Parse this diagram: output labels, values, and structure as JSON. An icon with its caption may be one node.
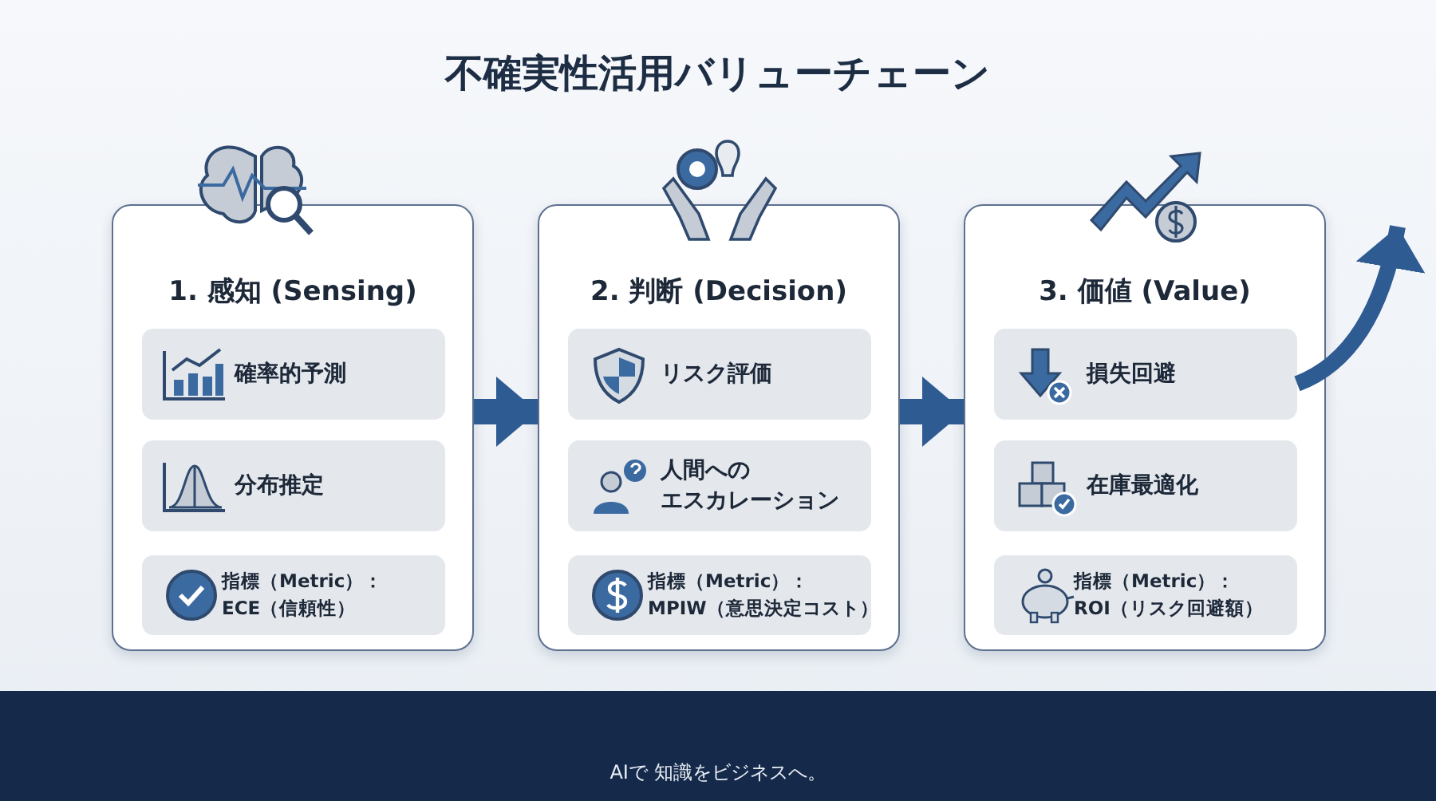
{
  "diagram": {
    "title": "不確実性活用バリューチェーン",
    "nodes": [
      {
        "text": [
          "1. 感知 (Sensing)"
        ]
      },
      {
        "text": [
          "確率的予測"
        ],
        "in": 0
      },
      {
        "text": [
          "分布推定"
        ],
        "in": 0
      },
      {
        "text": [
          "指標（Metric）： ECE（信頼性）"
        ],
        "in": 0
      },
      {
        "text": [
          "2. 判断 (Decision)"
        ]
      },
      {
        "text": [
          "リスク評価"
        ],
        "in": 4
      },
      {
        "text": [
          "人間へのエスカレーション"
        ],
        "in": 4
      },
      {
        "text": [
          "指標（Metric）： MPIW（意思決定コスト）"
        ],
        "in": 4
      },
      {
        "text": [
          "3. 価値 (Value)"
        ]
      },
      {
        "text": [
          "損失回避"
        ],
        "in": 8
      },
      {
        "text": [
          "在庫最適化"
        ],
        "in": 8
      },
      {
        "text": [
          "指標（Metric）： ROI（リスク回避額）"
        ],
        "in": 8
      }
    ],
    "edges": [
      {
        "from": 0,
        "to": 4,
        "arrow": "to"
      },
      {
        "from": 4,
        "to": 8,
        "arrow": "to"
      },
      {
        "from": 9,
        "to": null,
        "arrow": "to"
      }
    ],
    "labels": [
      "AIで 知識をビジネスへ。"
    ]
  }
}
